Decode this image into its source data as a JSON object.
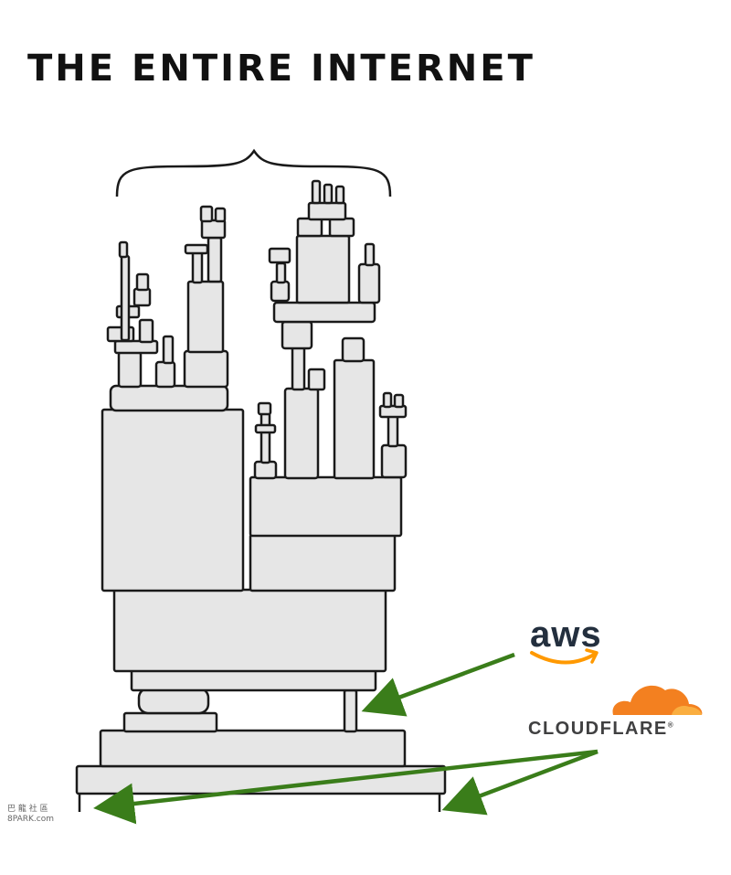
{
  "title": "THE ENTIRE INTERNET",
  "logos": {
    "aws": {
      "label": "aws",
      "color": "#232f3e",
      "smile_color": "#ff9900"
    },
    "cloudflare": {
      "label": "CLOUDFLARE",
      "cloud_color": "#f38020",
      "text_color": "#404041"
    }
  },
  "arrow_color": "#3a7d1a",
  "watermark": {
    "line1": "巴 龍 社 區",
    "line2": "8PARK.com"
  }
}
